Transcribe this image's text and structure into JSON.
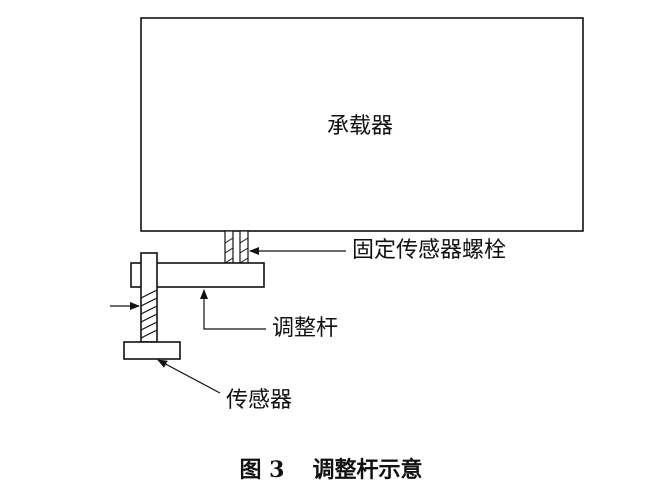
{
  "labels": {
    "carrier": "承载器",
    "fixing_bolt": "固定传感器螺栓",
    "adjusting_rod": "调整杆",
    "sensor": "传感器"
  },
  "caption": {
    "figure_number": "图 3",
    "title": "调整杆示意"
  }
}
